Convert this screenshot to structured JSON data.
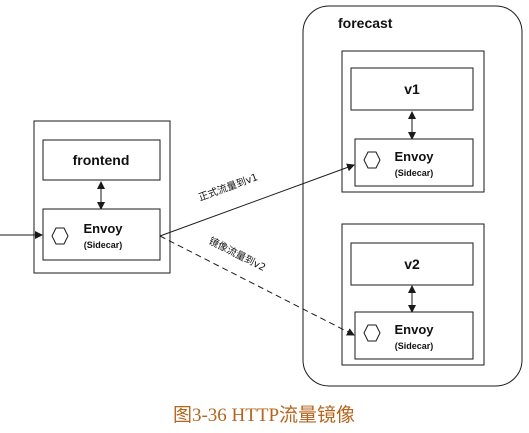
{
  "forecast": {
    "label": "forecast",
    "v1": {
      "label": "v1",
      "envoy": "Envoy",
      "sidecar": "(Sidecar)"
    },
    "v2": {
      "label": "v2",
      "envoy": "Envoy",
      "sidecar": "(Sidecar)"
    }
  },
  "frontend": {
    "label": "frontend",
    "envoy": "Envoy",
    "sidecar": "(Sidecar)"
  },
  "edges": {
    "to_v1": "正式流量到v1",
    "to_v2": "镜像流量到v2"
  },
  "caption": "图3-36 HTTP流量镜像",
  "colors": {
    "line": "#1a1a1a",
    "caption": "#b5651d"
  }
}
